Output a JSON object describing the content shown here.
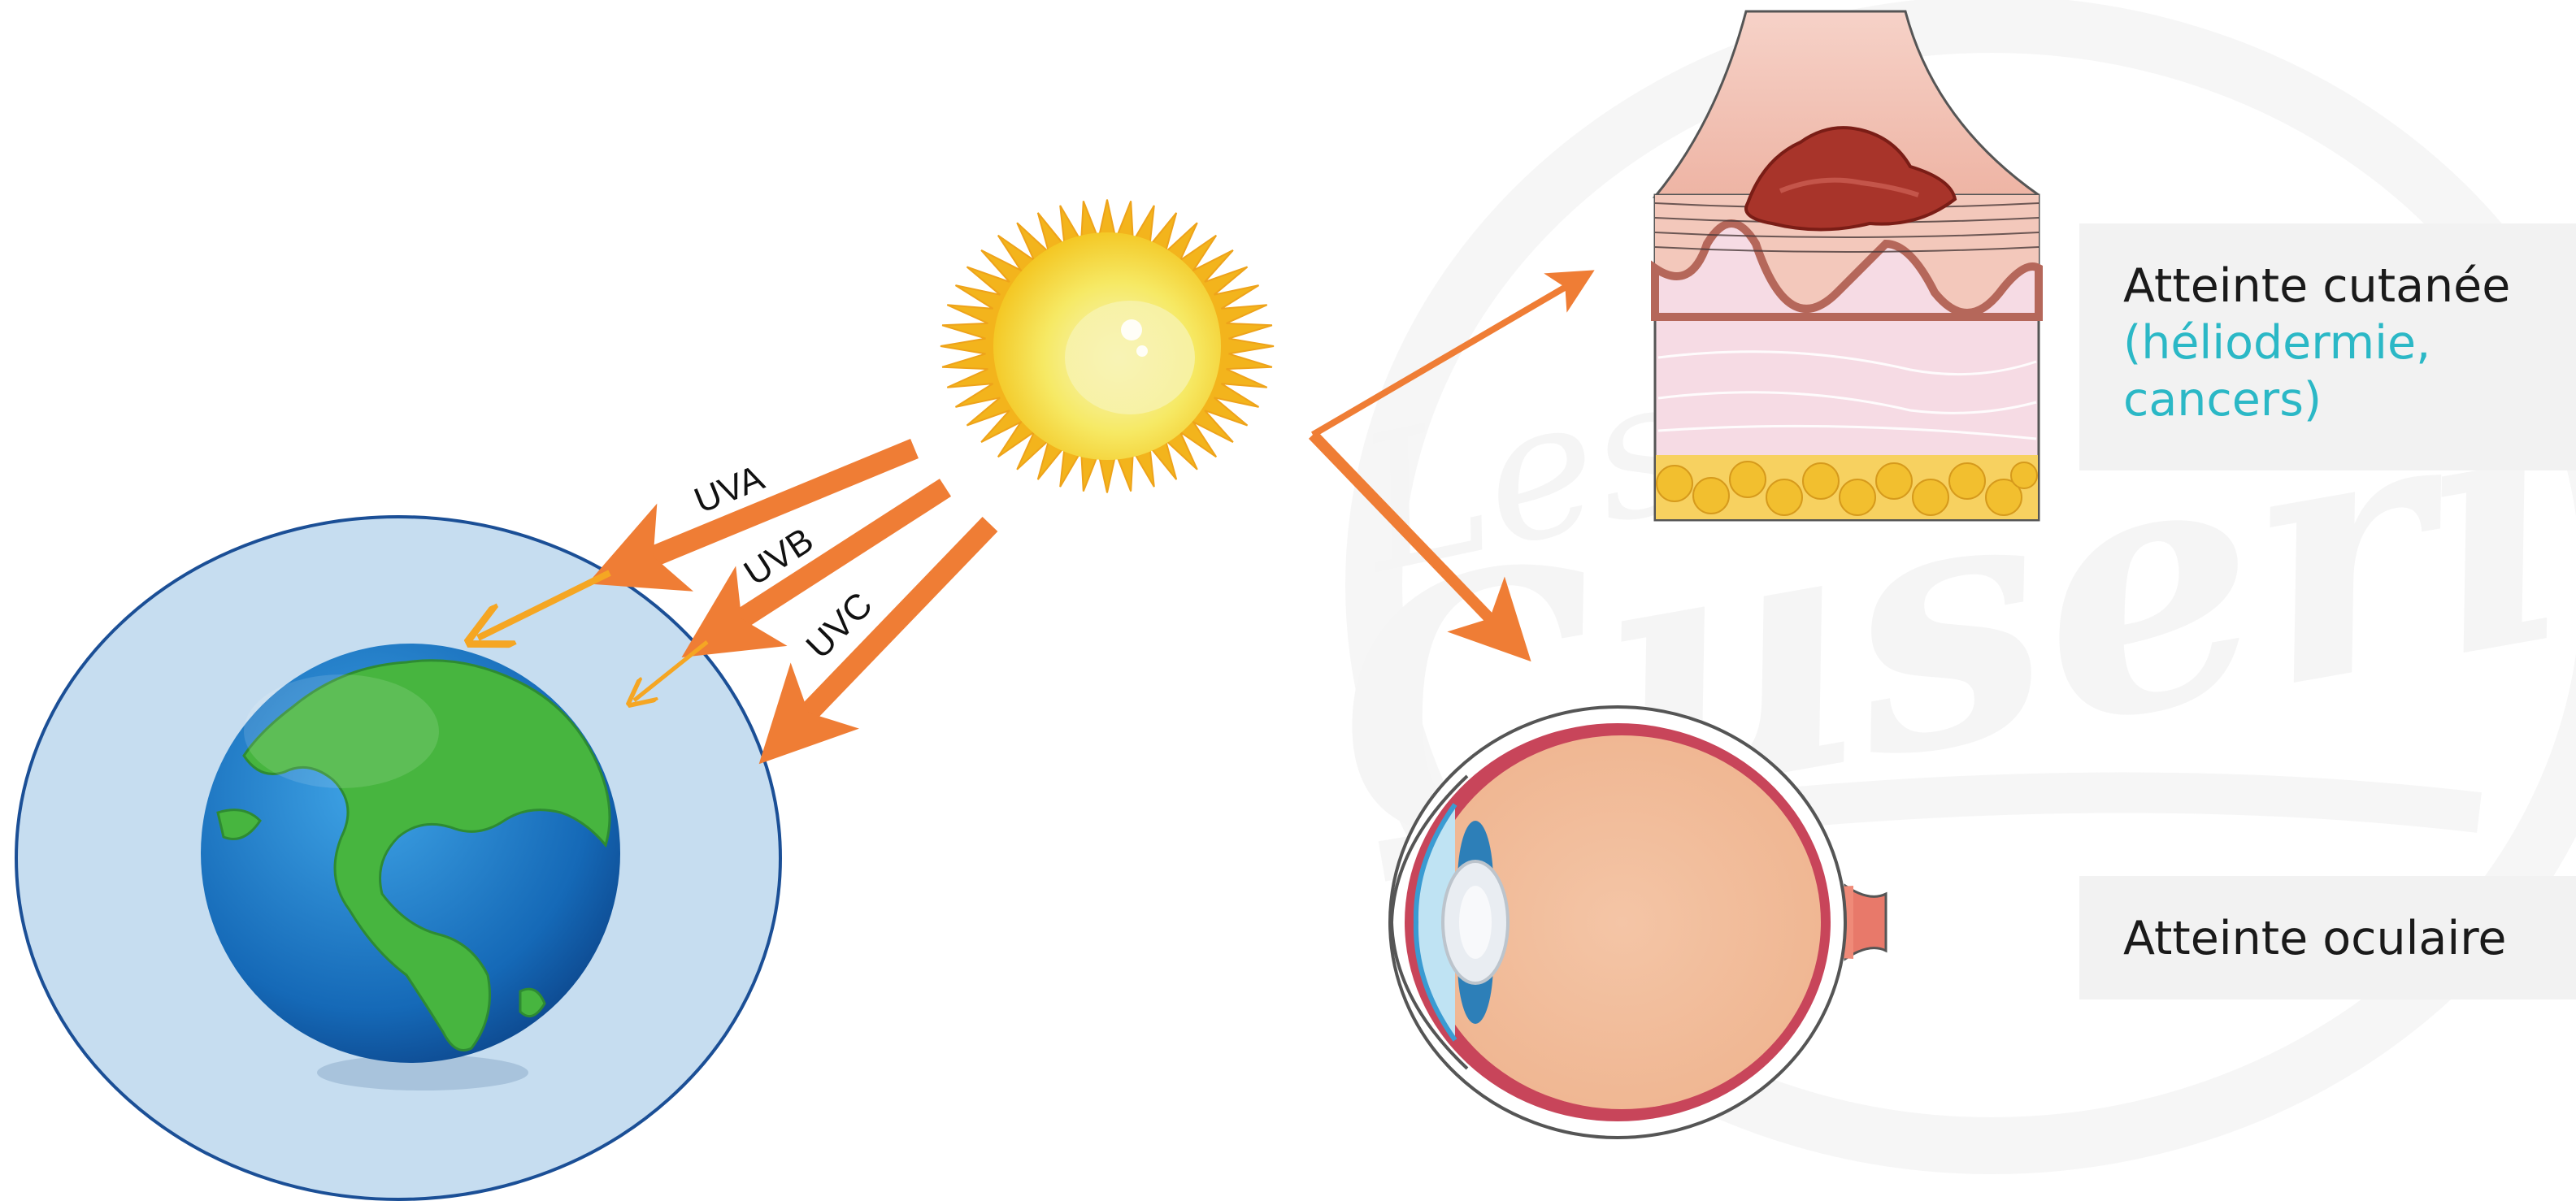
{
  "rays": {
    "uva": "UVA",
    "uvb": "UVB",
    "uvc": "UVC"
  },
  "effects": {
    "skin": {
      "title": "Atteinte cutanée",
      "detail_line1": "(héliodermie,",
      "detail_line2": "cancers)"
    },
    "eye": {
      "title": "Atteinte oculaire"
    }
  },
  "watermark": {
    "line1": "Les",
    "line2": "Cuserie"
  },
  "colors": {
    "arrow_orange": "#ef7d35",
    "arrow_light": "#f5a623",
    "atmosphere": "#c6ddf0",
    "text_accent": "#2bb8c6",
    "label_box": "#f2f2f2"
  }
}
